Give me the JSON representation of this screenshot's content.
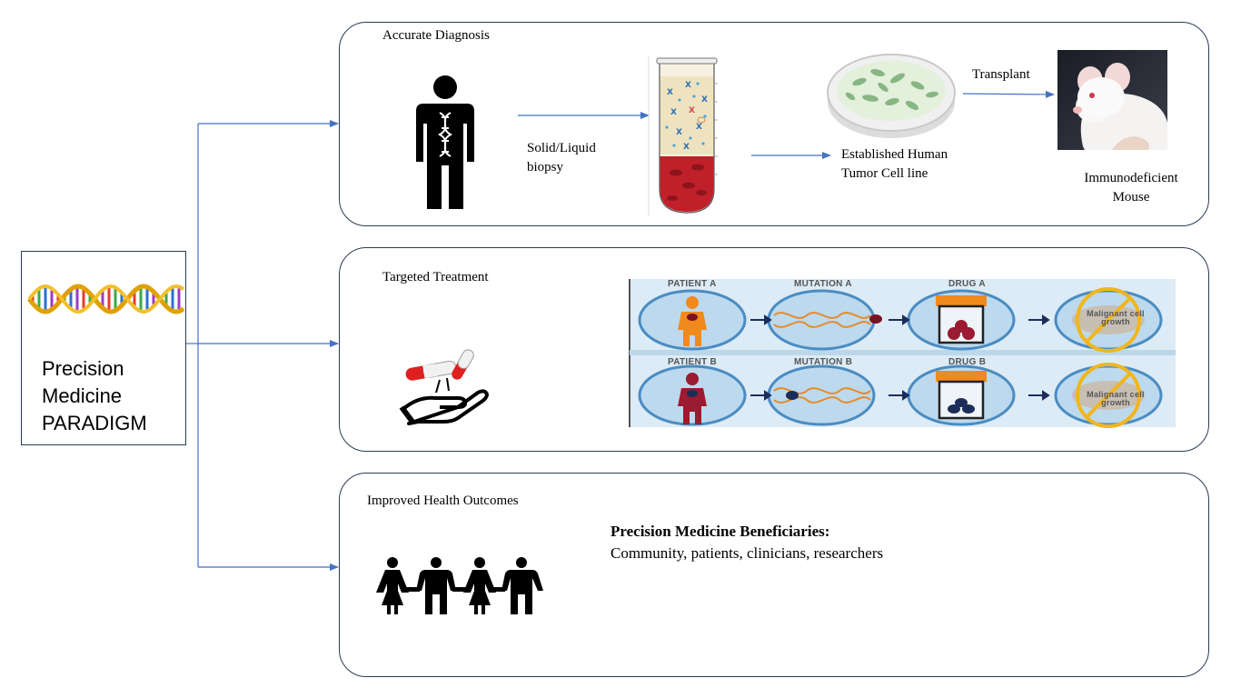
{
  "root": {
    "label_lines": [
      "Precision",
      "Medicine",
      "PARADIGM"
    ],
    "icon": "dna-helix-icon"
  },
  "colors": {
    "panel_border": "#2d3a55",
    "connector": "#4472c4",
    "panel_bg_strip": "#dcebf5",
    "circle_fill": "#bcd9ee",
    "patient_a": "#f08a1c",
    "patient_b": "#9b1b30",
    "blood": "#c0202a"
  },
  "panels": {
    "diagnosis": {
      "title": "Accurate Diagnosis",
      "biopsy_label": [
        "Solid/Liquid",
        "biopsy"
      ],
      "cell_line_label": [
        "Established Human",
        "Tumor Cell line"
      ],
      "transplant_label": "Transplant",
      "mouse_label": [
        "Immunodeficient",
        "Mouse"
      ],
      "icons": [
        "person-dna-icon",
        "test-tube-icon",
        "petri-dish-icon",
        "mouse-photo-icon"
      ]
    },
    "treatment": {
      "title": "Targeted Treatment",
      "icons": [
        "pill-hand-icon"
      ],
      "row_a": {
        "patient": "PATIENT A",
        "mutation": "MUTATION A",
        "drug": "DRUG A",
        "result": [
          "Malignant cell",
          "growth"
        ]
      },
      "row_b": {
        "patient": "PATIENT B",
        "mutation": "MUTATION B",
        "drug": "DRUG B",
        "result": [
          "Malignant cell",
          "growth"
        ]
      }
    },
    "outcomes": {
      "title": "Improved Health Outcomes",
      "beneficiaries_heading": "Precision Medicine Beneficiaries:",
      "beneficiaries_list": "Community, patients, clinicians, researchers",
      "icons": [
        "people-group-icon"
      ]
    }
  }
}
